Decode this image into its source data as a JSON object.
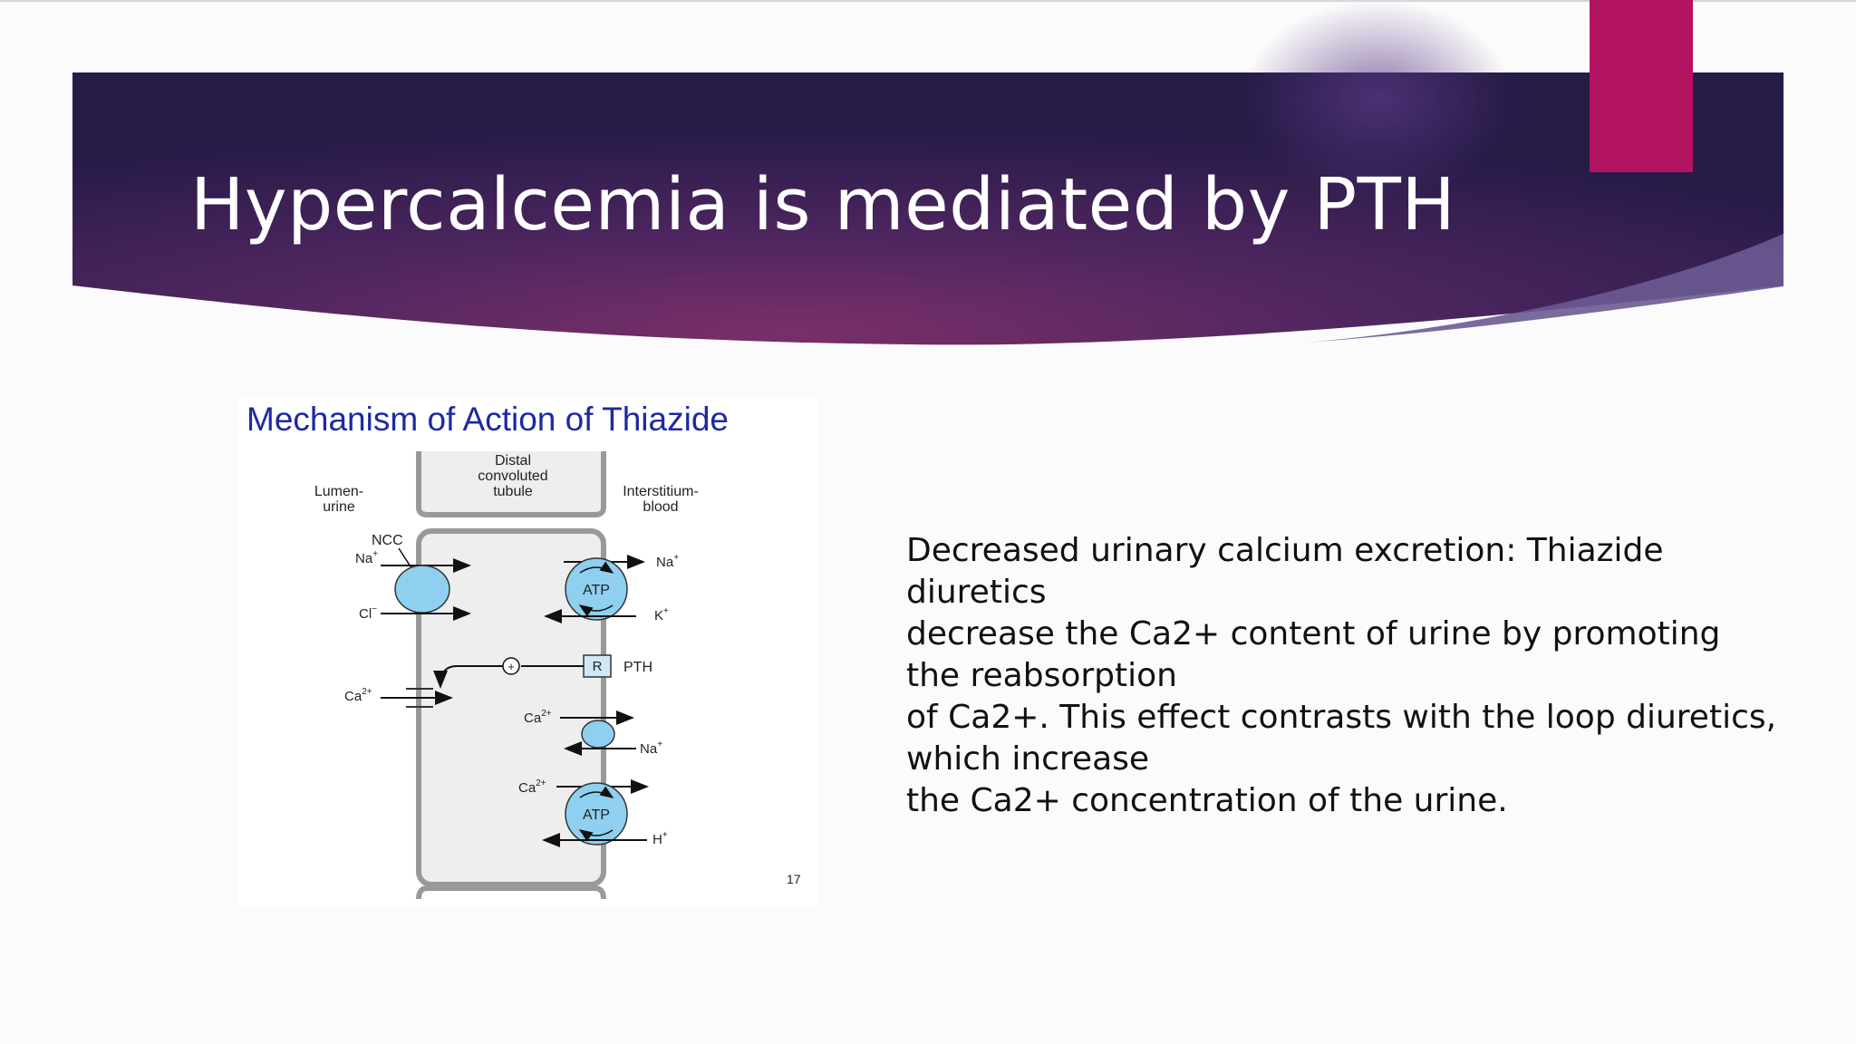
{
  "slide": {
    "title": "Hypercalcemia is mediated by PTH",
    "colors": {
      "banner_dark": "#2a1d4c",
      "banner_mid": "#6a2d66",
      "accent": "#b31461",
      "figure_title": "#1c2aa0",
      "transporter": "#8fd0f0"
    }
  },
  "figure": {
    "title": "Mechanism of Action of Thiazide",
    "labels": {
      "distal": [
        "Distal",
        "convoluted",
        "tubule"
      ],
      "lumen": [
        "Lumen-",
        "urine"
      ],
      "interstitium": [
        "Interstitium-",
        "blood"
      ],
      "ncc": "NCC",
      "atp": "ATP",
      "receptor": "R",
      "pth": "PTH",
      "plus": "+"
    },
    "page_number": "17"
  },
  "body": {
    "lines": [
      "Decreased urinary calcium excretion: Thiazide",
      "diuretics",
      "decrease the Ca2+ content of urine by promoting",
      "the reabsorption",
      "of Ca2+. This effect contrasts with the loop diuretics,",
      "which increase",
      "the Ca2+ concentration of the urine."
    ]
  }
}
